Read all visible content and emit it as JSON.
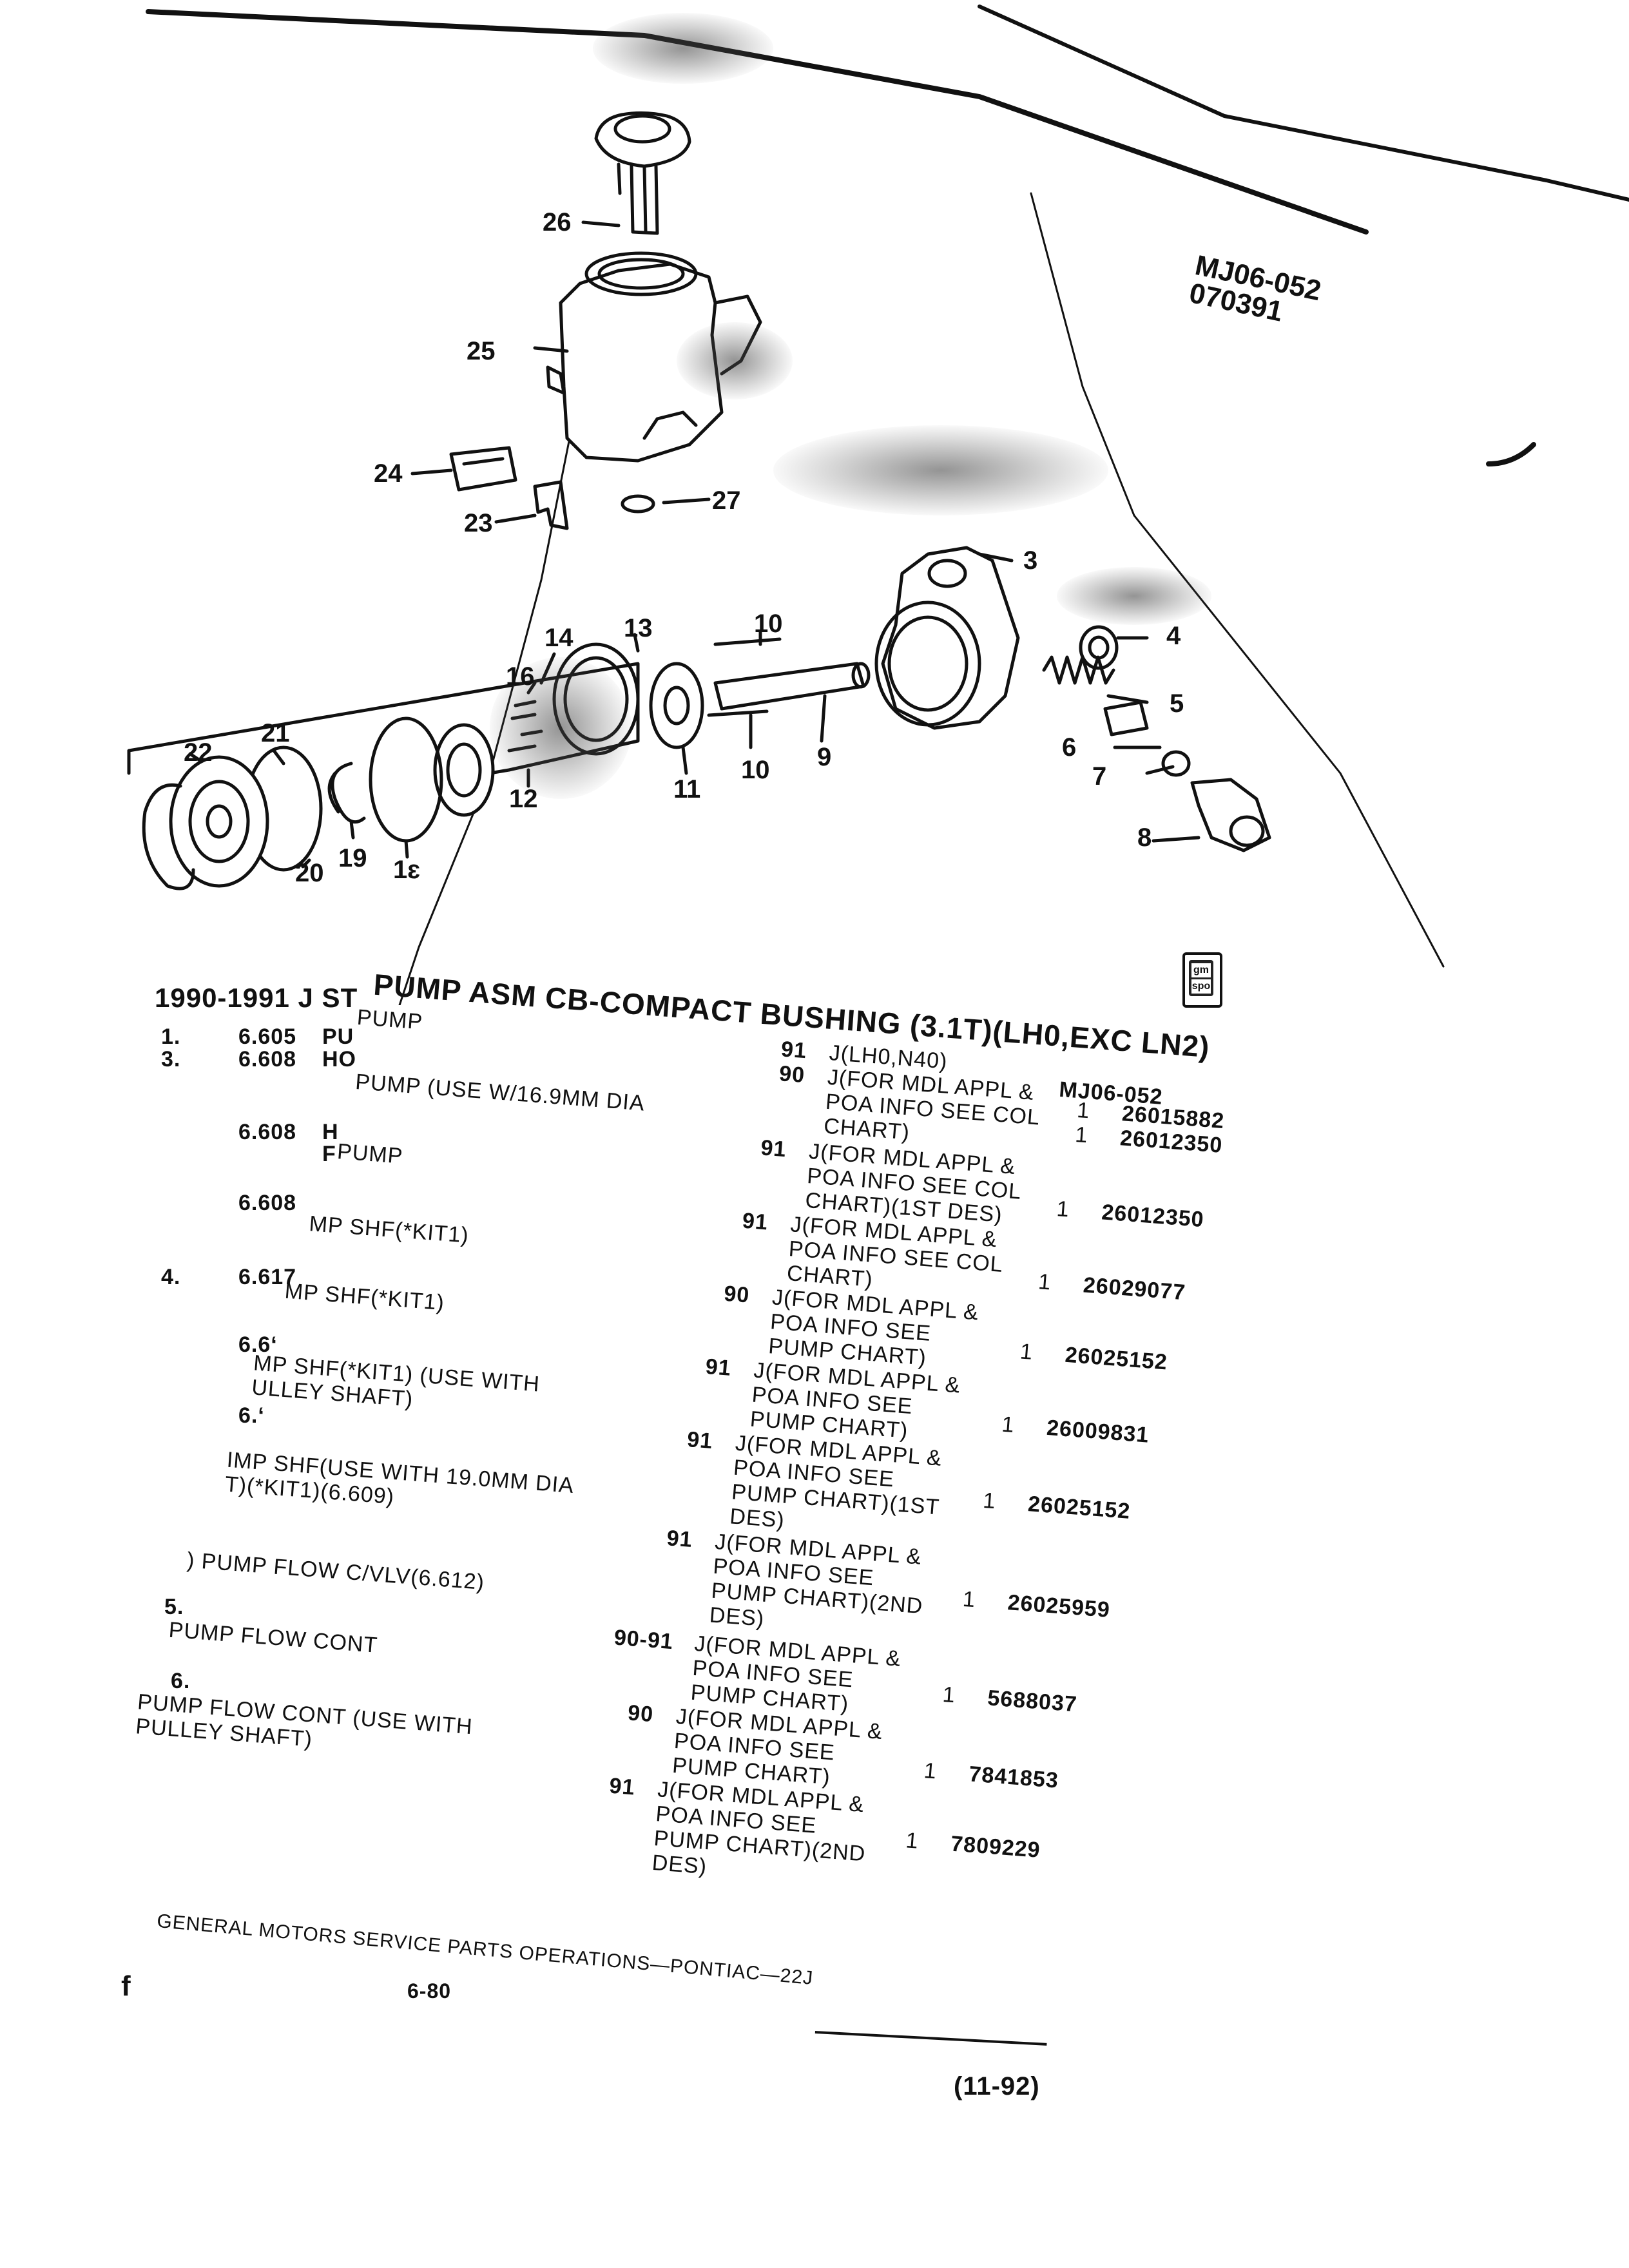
{
  "page_code": [
    "MJ06-052",
    "070391"
  ],
  "callouts": [
    {
      "id": "c26",
      "label": "26"
    },
    {
      "id": "c25",
      "label": "25"
    },
    {
      "id": "c24",
      "label": "24"
    },
    {
      "id": "c23",
      "label": "23"
    },
    {
      "id": "c27",
      "label": "27"
    },
    {
      "id": "c3",
      "label": "3"
    },
    {
      "id": "c4",
      "label": "4"
    },
    {
      "id": "c5",
      "label": "5"
    },
    {
      "id": "c6",
      "label": "6"
    },
    {
      "id": "c7",
      "label": "7"
    },
    {
      "id": "c8",
      "label": "8"
    },
    {
      "id": "c9",
      "label": "9"
    },
    {
      "id": "c10a",
      "label": "10"
    },
    {
      "id": "c10b",
      "label": "10"
    },
    {
      "id": "c11",
      "label": "11"
    },
    {
      "id": "c12",
      "label": "12"
    },
    {
      "id": "c13",
      "label": "13"
    },
    {
      "id": "c14",
      "label": "14"
    },
    {
      "id": "c16",
      "label": "16"
    },
    {
      "id": "c18",
      "label": "1ɛ"
    },
    {
      "id": "c19",
      "label": "19"
    },
    {
      "id": "c20",
      "label": "20"
    },
    {
      "id": "c21",
      "label": "21"
    },
    {
      "id": "c22",
      "label": "22"
    }
  ],
  "logo_text": [
    "gm",
    "spo"
  ],
  "left_column": {
    "heading": "1990-1991 J ST",
    "rows": [
      {
        "num": "1.",
        "code": "6.605",
        "text": "PU"
      },
      {
        "num": "3.",
        "code": "6.608",
        "text": "HO"
      },
      {
        "num": "",
        "code": "6.608",
        "text": "H"
      },
      {
        "num": "",
        "code": "",
        "text": "F"
      },
      {
        "num": "",
        "code": "6.608",
        "text": ""
      },
      {
        "num": "4.",
        "code": "6.617",
        "text": ""
      },
      {
        "num": "",
        "code": "6.6‘",
        "text": ""
      },
      {
        "num": "",
        "code": "6.‘",
        "text": ""
      },
      {
        "num": "5.",
        "code": "",
        "text": ""
      },
      {
        "num": "6.",
        "code": "",
        "text": ""
      }
    ]
  },
  "overlay": {
    "title": "PUMP ASM CB-COMPACT BUSHING (3.1T)(LH0,EXC LN2)",
    "ref_code": "MJ06-052",
    "desc_lines": [
      "PUMP",
      "PUMP (USE W/16.9MM DIA",
      "PUMP",
      "MP SHF(*KIT1)",
      "MP SHF(*KIT1)",
      "MP SHF(*KIT1) (USE WITH",
      "ULLEY SHAFT)",
      "IMP SHF(USE WITH 19.0MM DIA",
      "T)(*KIT1)(6.609)",
      ") PUMP FLOW C/VLV(6.612)",
      "PUMP FLOW CONT",
      "PUMP FLOW CONT (USE WITH",
      "PULLEY SHAFT)"
    ],
    "entries": [
      {
        "yr": "91",
        "app": [
          "J(LH0,N40)"
        ],
        "qty": "",
        "part": ""
      },
      {
        "yr": "90",
        "app": [
          "J(FOR MDL APPL &",
          "POA INFO SEE COL",
          "CHART)"
        ],
        "qty": "1",
        "part": "26015882"
      },
      {
        "yr": "",
        "app": [],
        "qty": "1",
        "part": "26012350"
      },
      {
        "yr": "91",
        "app": [
          "J(FOR MDL APPL &",
          "POA INFO SEE COL",
          "CHART)(1ST DES)"
        ],
        "qty": "1",
        "part": "26012350"
      },
      {
        "yr": "91",
        "app": [
          "J(FOR MDL APPL &",
          "POA INFO SEE COL",
          "CHART)"
        ],
        "qty": "1",
        "part": "26029077"
      },
      {
        "yr": "90",
        "app": [
          "J(FOR MDL APPL &",
          "POA INFO SEE",
          "PUMP CHART)"
        ],
        "qty": "1",
        "part": "26025152"
      },
      {
        "yr": "91",
        "app": [
          "J(FOR MDL APPL &",
          "POA INFO SEE",
          "PUMP CHART)"
        ],
        "qty": "1",
        "part": "26009831"
      },
      {
        "yr": "91",
        "app": [
          "J(FOR MDL APPL &",
          "POA INFO SEE",
          "PUMP CHART)(1ST",
          "DES)"
        ],
        "qty": "1",
        "part": "26025152"
      },
      {
        "yr": "91",
        "app": [
          "J(FOR MDL APPL &",
          "POA INFO SEE",
          "PUMP CHART)(2ND",
          "DES)"
        ],
        "qty": "1",
        "part": "26025959"
      },
      {
        "yr": "90-91",
        "app": [
          "J(FOR MDL APPL &",
          "POA INFO SEE",
          "PUMP CHART)"
        ],
        "qty": "1",
        "part": "5688037"
      },
      {
        "yr": "90",
        "app": [
          "J(FOR MDL APPL &",
          "POA INFO SEE",
          "PUMP CHART)"
        ],
        "qty": "1",
        "part": "7841853"
      },
      {
        "yr": "91",
        "app": [
          "J(FOR MDL APPL &",
          "POA INFO SEE",
          "PUMP CHART)(2ND",
          "DES)"
        ],
        "qty": "1",
        "part": "7809229"
      }
    ]
  },
  "footer": {
    "publisher": "GENERAL MOTORS SERVICE PARTS OPERATIONS—PONTIAC—22J",
    "page": "6-80",
    "date": "(11-92)",
    "margin_mark": "f"
  }
}
